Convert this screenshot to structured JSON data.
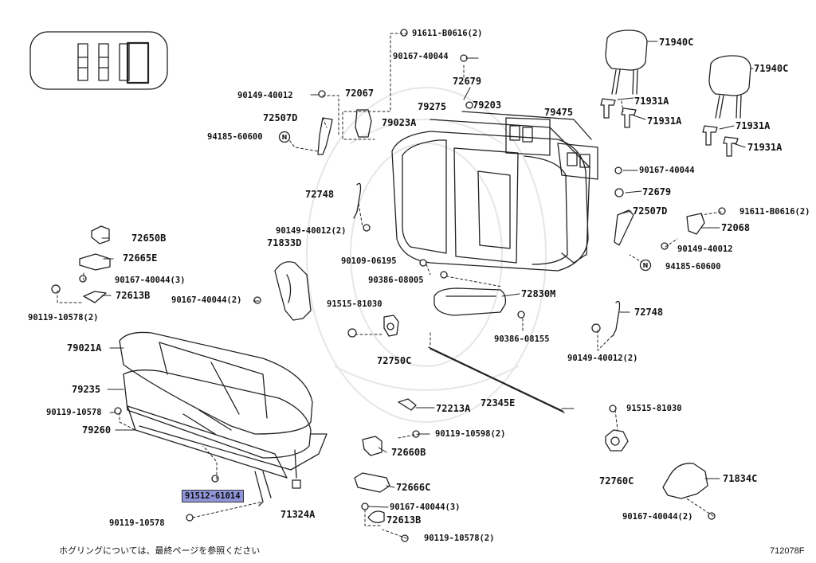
{
  "diagram": {
    "image_code": "712078F",
    "footnote": "ホグリングについては、最終ページを参照ください",
    "highlight_part": "91512-61014",
    "seat_icon": "seat-layout-icon",
    "parts": {
      "p71940C_a": "71940C",
      "p71940C_b": "71940C",
      "p91611_top": "91611-B0616(2)",
      "p90167_top": "90167-40044",
      "p72679_top": "72679",
      "p79203": "79203",
      "p79275": "79275",
      "p79475": "79475",
      "p72067": "72067",
      "p90149_a": "90149-40012",
      "p72507D_a": "72507D",
      "p79023A": "79023A",
      "p94185_a": "94185-60600",
      "p71931A_1": "71931A",
      "p71931A_2": "71931A",
      "p71931A_3": "71931A",
      "p71931A_4": "71931A",
      "p90167_right": "90167-40044",
      "p72679_right": "72679",
      "p72748_a": "72748",
      "p90149_2a": "90149-40012(2)",
      "p72507D_b": "72507D",
      "p91611_right": "91611-B0616(2)",
      "p72068": "72068",
      "p90149_b": "90149-40012",
      "p94185_b": "94185-60600",
      "p72650B": "72650B",
      "p71833D": "71833D",
      "p72665E": "72665E",
      "p90109": "90109-06195",
      "p90167_3a": "90167-40044(3)",
      "p90386_a": "90386-08005",
      "p72613B_a": "72613B",
      "p90167_2a": "90167-40044(2)",
      "p90119_2a": "90119-10578(2)",
      "p72830M": "72830M",
      "p91515_a": "91515-81030",
      "p72748_b": "72748",
      "p90386_b": "90386-08155",
      "p79021A": "79021A",
      "p72750C": "72750C",
      "p90149_2b": "90149-40012(2)",
      "p79235": "79235",
      "p72345E": "72345E",
      "p90119_b": "90119-10578",
      "p72213A": "72213A",
      "p91515_b": "91515-81030",
      "p79260": "79260",
      "p90119_2c": "90119-10598(2)",
      "p72660B": "72660B",
      "p72760C": "72760C",
      "p72666C": "72666C",
      "p71834C": "71834C",
      "p90167_3b": "90167-40044(3)",
      "p71324A": "71324A",
      "p72613B_b": "72613B",
      "p90167_2b": "90167-40044(2)",
      "p90119_c": "90119-10578",
      "p90119_2d": "90119-10578(2)"
    }
  }
}
